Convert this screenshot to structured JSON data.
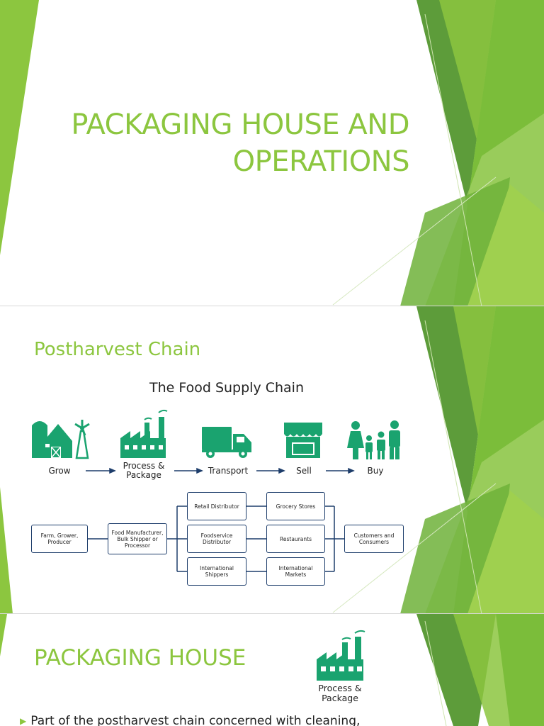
{
  "colors": {
    "accent": "#8cc63f",
    "dark_green": "#4f8f2f",
    "icon_green": "#1aa36f",
    "box_border": "#1d3d6b"
  },
  "slide1": {
    "title_line1": "PACKAGING HOUSE AND",
    "title_line2": "OPERATIONS"
  },
  "slide2": {
    "title": "Postharvest Chain",
    "diagram_title": "The Food Supply Chain",
    "stages": [
      {
        "label": "Grow",
        "icon": "farm-icon"
      },
      {
        "label": "Process & Package",
        "icon": "factory-icon"
      },
      {
        "label": "Transport",
        "icon": "truck-icon"
      },
      {
        "label": "Sell",
        "icon": "store-icon"
      },
      {
        "label": "Buy",
        "icon": "family-icon"
      }
    ],
    "boxes": {
      "farm": "Farm, Grower, Producer",
      "manufacturer": "Food Manufacturer, Bulk Shipper or Processor",
      "retail": "Retail Distributor",
      "foodservice": "Foodservice Distributor",
      "international": "International Shippers",
      "grocery": "Grocery Stores",
      "restaurants": "Restaurants",
      "markets": "International Markets",
      "customers": "Customers and Consumers"
    }
  },
  "slide3": {
    "title": "PACKAGING HOUSE",
    "icon_caption_line1": "Process &",
    "icon_caption_line2": "Package",
    "bullet": "Part of the postharvest chain concerned with cleaning,"
  }
}
